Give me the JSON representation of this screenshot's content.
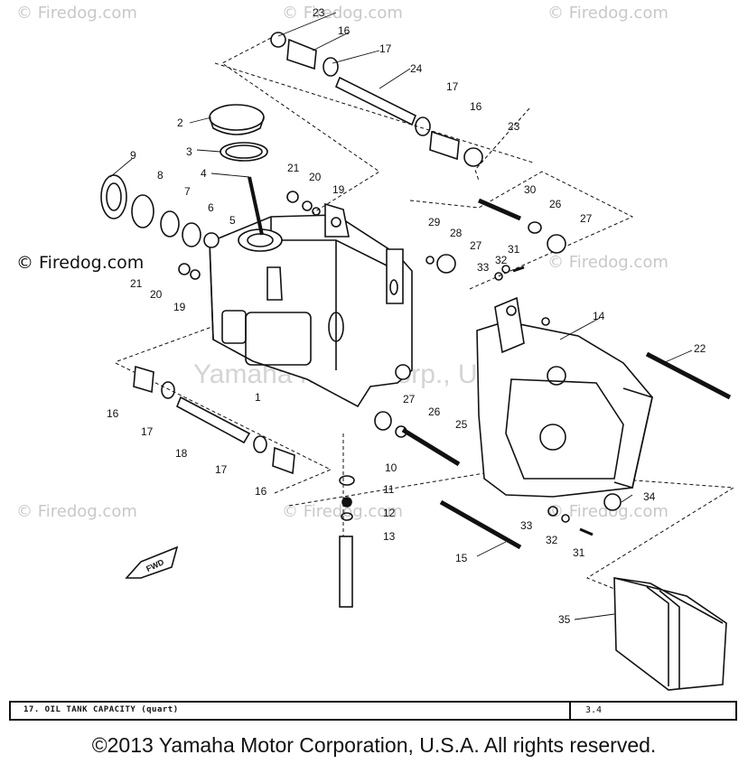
{
  "watermarks": {
    "corner_text": "© Firedog.com",
    "center_text": "Yamaha Motor Corp., U.S.A."
  },
  "diagram": {
    "labels": [
      "1",
      "2",
      "3",
      "4",
      "5",
      "6",
      "7",
      "8",
      "9",
      "10",
      "11",
      "12",
      "13",
      "14",
      "15",
      "16",
      "17",
      "18",
      "19",
      "20",
      "21",
      "22",
      "23",
      "24",
      "25",
      "26",
      "27",
      "28",
      "29",
      "30",
      "31",
      "32",
      "33",
      "34",
      "35"
    ],
    "fwd_mark": "FWD"
  },
  "footer": {
    "spec_label": "17.   OIL TANK CAPACITY (quart)",
    "spec_value": "3.4"
  },
  "copyright": "©2013 Yamaha Motor Corporation, U.S.A. All rights reserved."
}
